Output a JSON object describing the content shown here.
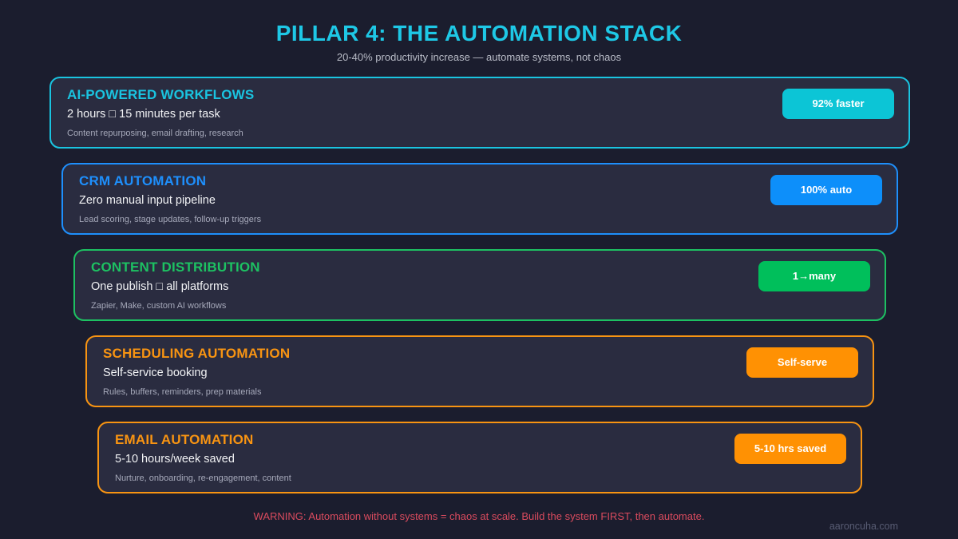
{
  "header": {
    "title": "PILLAR 4: THE AUTOMATION STACK",
    "subtitle": "20-40% productivity increase — automate systems, not chaos"
  },
  "cards": [
    {
      "title": "AI-POWERED WORKFLOWS",
      "subtitle": "2 hours □ 15 minutes per task",
      "description": "Content repurposing, email drafting, research",
      "badge": "92% faster",
      "accent_color": "#1ac4e0",
      "badge_color": "#0cc5d6"
    },
    {
      "title": "CRM AUTOMATION",
      "subtitle": "Zero manual input pipeline",
      "description": "Lead scoring, stage updates, follow-up triggers",
      "badge": "100% auto",
      "accent_color": "#1e8ffc",
      "badge_color": "#0d8ffa"
    },
    {
      "title": "CONTENT DISTRIBUTION",
      "subtitle": "One publish □ all platforms",
      "description": "Zapier, Make, custom AI workflows",
      "badge": "1→many",
      "accent_color": "#1dc162",
      "badge_color": "#00bf5b"
    },
    {
      "title": "SCHEDULING AUTOMATION",
      "subtitle": "Self-service booking",
      "description": "Rules, buffers, reminders, prep materials",
      "badge": "Self-serve",
      "accent_color": "#f89412",
      "badge_color": "#ff9103"
    },
    {
      "title": "EMAIL AUTOMATION",
      "subtitle": "5-10 hours/week saved",
      "description": "Nurture, onboarding, re-engagement, content",
      "badge": "5-10 hrs saved",
      "accent_color": "#f89412",
      "badge_color": "#ff9103"
    }
  ],
  "footer": {
    "warning": "WARNING: Automation without systems = chaos at scale. Build the system FIRST, then automate.",
    "watermark": "aaroncuha.com"
  }
}
